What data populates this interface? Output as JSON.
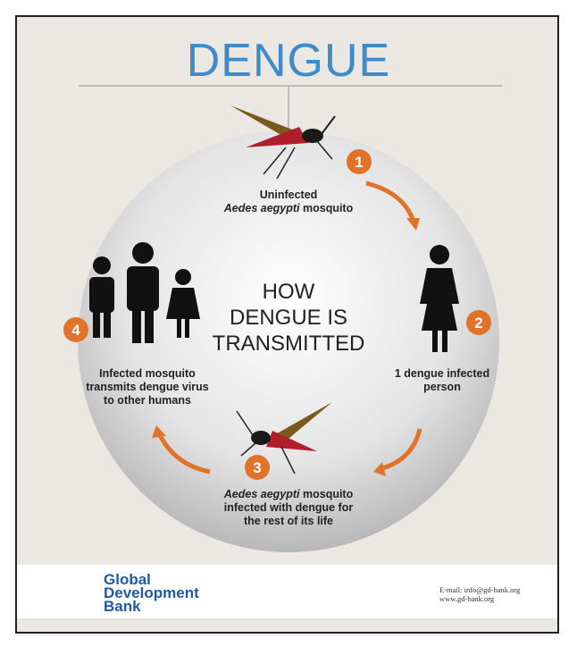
{
  "title": "DENGUE",
  "center_text": [
    "HOW",
    "DENGUE IS",
    "TRANSMITTED"
  ],
  "steps": [
    {
      "number": "1",
      "line1": "Uninfected",
      "line2_italic": "Aedes aegypti",
      "line2_rest": " mosquito"
    },
    {
      "number": "2",
      "line1": "1 dengue infected",
      "line2": "person"
    },
    {
      "number": "3",
      "line1_italic": "Aedes aegypti",
      "line1_rest": " mosquito",
      "line2": "infected with dengue for",
      "line3": "the rest of its life"
    },
    {
      "number": "4",
      "line1": "Infected mosquito",
      "line2": "transmits dengue virus",
      "line3": "to other humans"
    }
  ],
  "footer": {
    "logo_lines": [
      "Global",
      "Development",
      "Bank"
    ],
    "email": "E-mail: info@gd-bank.org",
    "website": "www.gd-bank.org"
  },
  "colors": {
    "title": "#3f8bc9",
    "accent": "#e0722a",
    "background": "#ebe7e3"
  }
}
